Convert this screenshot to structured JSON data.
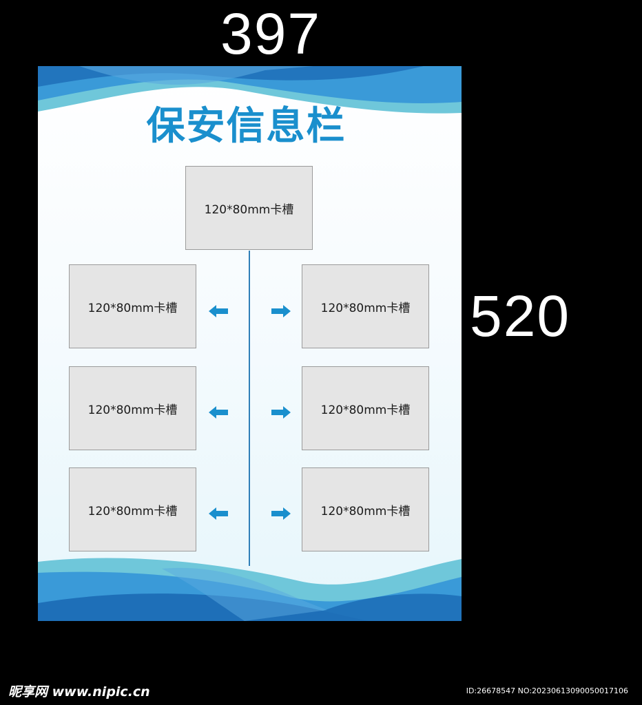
{
  "dimensions": {
    "width_label": "397",
    "height_label": "520"
  },
  "board": {
    "title": "保安信息栏",
    "colors": {
      "title": "#1a8fcd",
      "wave_dark": "#1e6fb8",
      "wave_mid": "#3a9ad8",
      "wave_light": "#6fc7da",
      "slot_fill": "#e5e5e5",
      "arrow": "#1a8fcd"
    },
    "slots": {
      "top": "120*80mm卡槽",
      "left": [
        "120*80mm卡槽",
        "120*80mm卡槽",
        "120*80mm卡槽"
      ],
      "right": [
        "120*80mm卡槽",
        "120*80mm卡槽",
        "120*80mm卡槽"
      ]
    }
  },
  "watermark": {
    "site": "昵享网 www.nipic.cn",
    "id": "ID:26678547 NO:20230613090050017106"
  }
}
